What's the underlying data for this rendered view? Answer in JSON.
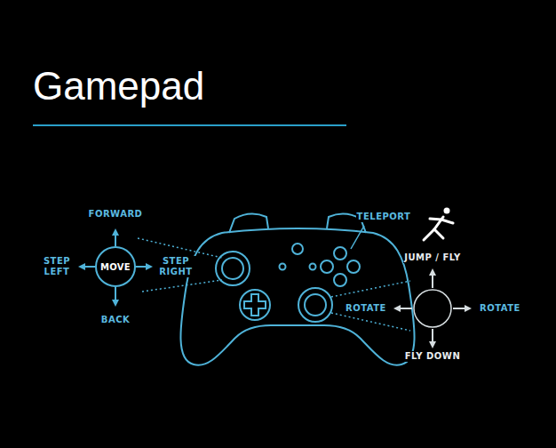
{
  "diagram": {
    "title": "Gamepad",
    "nodes": [
      {
        "text": [
          "MOVE"
        ]
      }
    ],
    "labels": [
      "FORWARD",
      "STEP LEFT",
      "STEP RIGHT",
      "BACK",
      "TELEPORT",
      "JUMP / FLY",
      "ROTATE",
      "ROTATE",
      "FLY DOWN"
    ]
  }
}
